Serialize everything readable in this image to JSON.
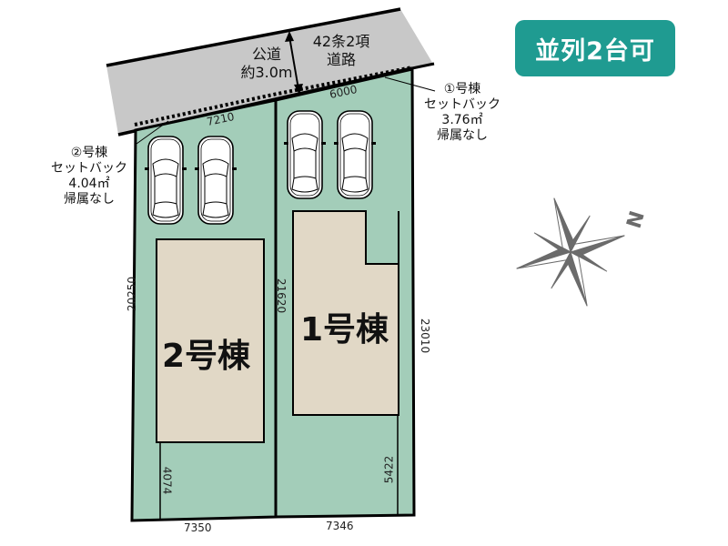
{
  "badge": {
    "label": "並列2台可",
    "color": "#1f9b91"
  },
  "road": {
    "type_label_line1": "公道",
    "type_label_line2": "約3.0m",
    "article_line1": "42条2項",
    "article_line2": "道路",
    "color": "#c8c8c8"
  },
  "setbacks": {
    "house1": {
      "line1": "①号棟",
      "line2": "セットバック",
      "line3": "3.76㎡",
      "line4": "帰属なし"
    },
    "house2": {
      "line1": "②号棟",
      "line2": "セットバック",
      "line3": "4.04㎡",
      "line4": "帰属なし"
    }
  },
  "lots": {
    "house1": {
      "label": "1号棟",
      "cars": 2
    },
    "house2": {
      "label": "2号棟",
      "cars": 2
    },
    "lot_color": "#a3cdb9",
    "building_color": "#e1d8c6"
  },
  "dimensions": {
    "front_lot2": "7210",
    "front_lot1": "6000",
    "left_lot2": "20250",
    "shared_boundary": "21620",
    "right_lot1": "23010",
    "rear_lot2": "7350",
    "rear_lot1": "7346",
    "lot2_rear_setback": "4074",
    "lot1_rear_setback": "5422"
  },
  "compass": {
    "north_label": "N",
    "color": "#6b6b6b"
  }
}
